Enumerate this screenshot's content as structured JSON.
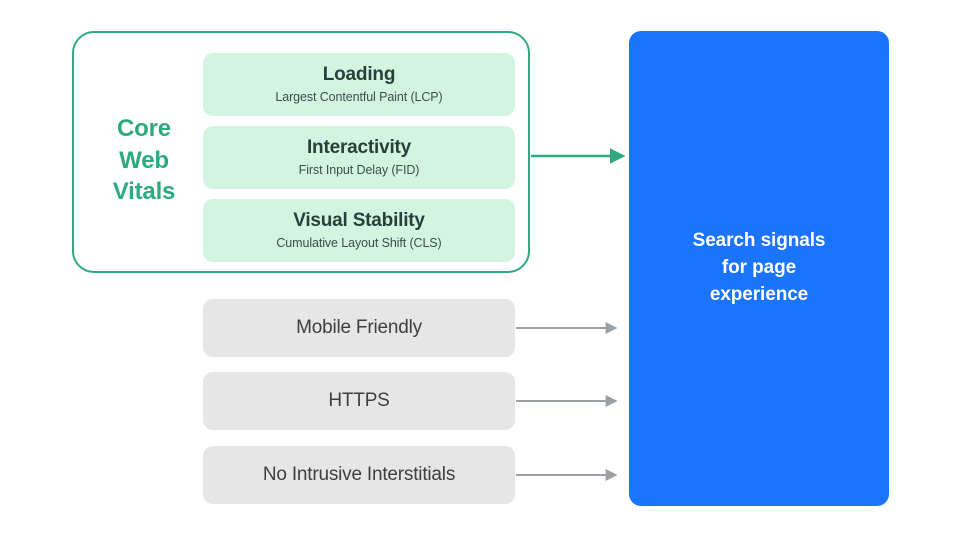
{
  "diagram": {
    "title_group": {
      "label": "Core\nWeb\nVitals",
      "color": "#2faa7e"
    },
    "vitals": [
      {
        "title": "Loading",
        "subtitle": "Largest Contentful Paint (LCP)"
      },
      {
        "title": "Interactivity",
        "subtitle": "First Input Delay (FID)"
      },
      {
        "title": "Visual Stability",
        "subtitle": "Cumulative Layout Shift (CLS)"
      }
    ],
    "signals": [
      {
        "label": "Mobile Friendly"
      },
      {
        "label": "HTTPS"
      },
      {
        "label": "No Intrusive Interstitials"
      }
    ],
    "destination": {
      "label": "Search signals\nfor page\nexperience",
      "color": "#1b74fd",
      "text_color": "#ffffff"
    },
    "arrows": [
      {
        "name": "core-web-vitals-arrow",
        "color": "#31a97f"
      },
      {
        "name": "mobile-friendly-arrow",
        "color": "#9aa0a6"
      },
      {
        "name": "https-arrow",
        "color": "#9aa0a6"
      },
      {
        "name": "no-intrusive-interstitials-arrow",
        "color": "#9aa0a6"
      }
    ],
    "colors": {
      "vital_card_bg": "#d3f4e1",
      "signal_box_bg": "#e6e6e7",
      "container_border": "#31a97f",
      "vital_title_text": "#27403c",
      "vital_sub_text": "#3d4d4d",
      "signal_text": "#3c4043",
      "canvas_bg": "#ffffff"
    }
  }
}
